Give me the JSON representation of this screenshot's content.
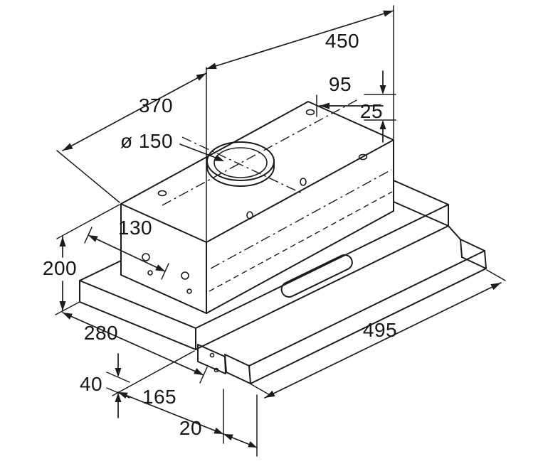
{
  "diagram": {
    "labels": {
      "d450": "450",
      "d95": "95",
      "d25": "25",
      "d370": "370",
      "d150": "ø 150",
      "d130": "130",
      "d200": "200",
      "d280": "280",
      "d40": "40",
      "d165": "165",
      "d20": "20",
      "d495": "495"
    },
    "line_color": "#1c1c1e"
  }
}
